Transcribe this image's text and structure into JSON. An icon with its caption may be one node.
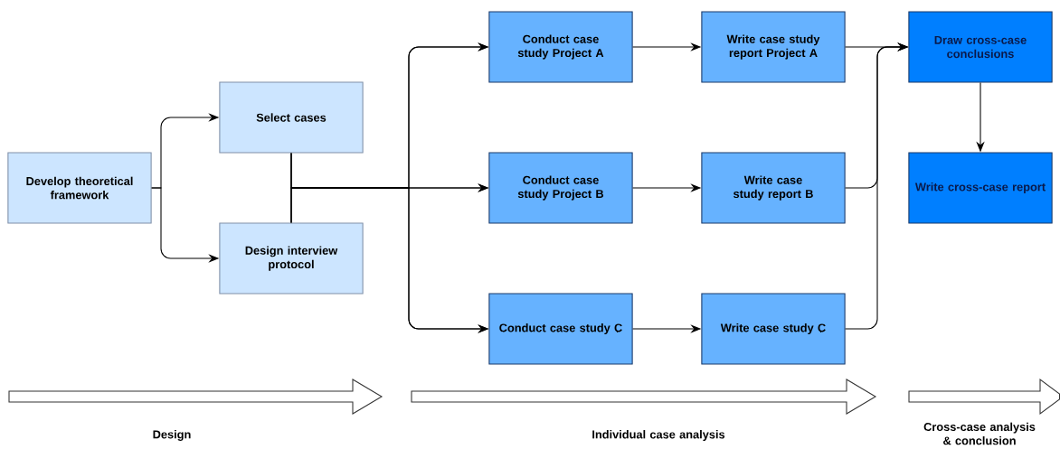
{
  "diagram": {
    "nodes": [
      {
        "text": [
          "Develop theoretical framework"
        ]
      },
      {
        "text": [
          "Select cases"
        ]
      },
      {
        "text": [
          "Design interview protocol"
        ]
      },
      {
        "text": [
          "Conduct case study Project A"
        ]
      },
      {
        "text": [
          "Write case study report Project A"
        ]
      },
      {
        "text": [
          "Conduct case study Project B"
        ]
      },
      {
        "text": [
          "Write case study report B"
        ]
      },
      {
        "text": [
          "Conduct case study C"
        ]
      },
      {
        "text": [
          "Write case study C"
        ]
      },
      {
        "text": [
          "Draw cross-case conclusions"
        ]
      },
      {
        "text": [
          "Write cross-case report"
        ]
      }
    ],
    "edges": [
      {
        "from": 0,
        "to": 1,
        "arrow": "to"
      },
      {
        "from": 0,
        "to": 2,
        "arrow": "to"
      },
      {
        "from": 1,
        "to": 3,
        "arrow": "to"
      },
      {
        "from": 1,
        "to": 5,
        "arrow": "to"
      },
      {
        "from": 1,
        "to": 7,
        "arrow": "to"
      },
      {
        "from": 2,
        "to": 3,
        "arrow": "to"
      },
      {
        "from": 2,
        "to": 5,
        "arrow": "to"
      },
      {
        "from": 2,
        "to": 7,
        "arrow": "to"
      },
      {
        "from": 3,
        "to": 4,
        "arrow": "to"
      },
      {
        "from": 5,
        "to": 6,
        "arrow": "to"
      },
      {
        "from": 7,
        "to": 8,
        "arrow": "to"
      },
      {
        "from": 4,
        "to": 9,
        "arrow": "to"
      },
      {
        "from": 6,
        "to": 9,
        "arrow": "to"
      },
      {
        "from": 8,
        "to": 9,
        "arrow": "to"
      },
      {
        "from": 9,
        "to": 10,
        "arrow": "to"
      }
    ],
    "labels": [
      "Design",
      "Individual case analysis",
      "Cross-case analysis & conclusion"
    ]
  }
}
